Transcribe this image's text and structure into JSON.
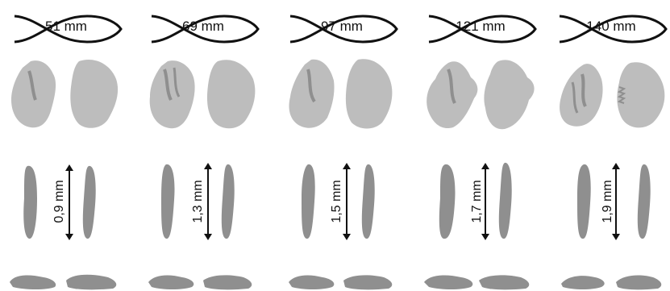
{
  "specimens": [
    {
      "length": "51 mm",
      "thickness": "0,9 mm"
    },
    {
      "length": "69 mm",
      "thickness": "1,3 mm"
    },
    {
      "length": "97 mm",
      "thickness": "1,5 mm"
    },
    {
      "length": "121 mm",
      "thickness": "1,7 mm"
    },
    {
      "length": "140 mm",
      "thickness": "1,9 mm"
    }
  ],
  "colors": {
    "shape_fill": "#b7b7b7",
    "shape_fill_dark": "#8f8f8f",
    "outline": "#111111"
  }
}
